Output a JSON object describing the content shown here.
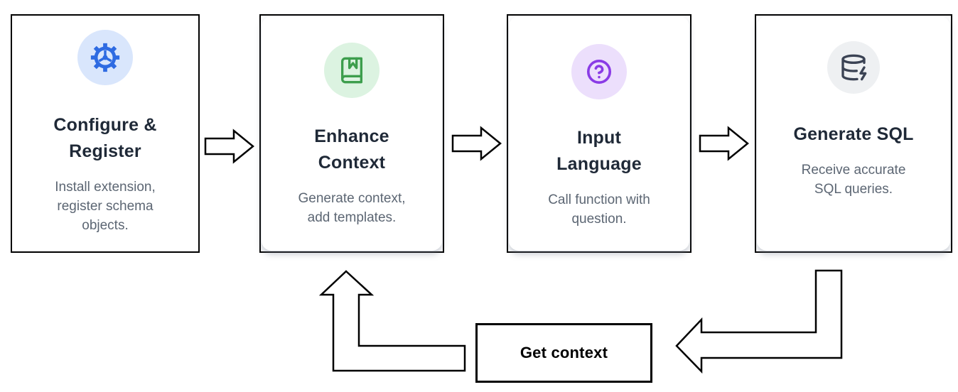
{
  "workflow": {
    "steps": [
      {
        "title": [
          "Configure &",
          "Register"
        ],
        "subtitle": [
          "Install extension,",
          "register schema",
          "objects."
        ],
        "icon": "gear-icon",
        "icon_color": "#2e6be2",
        "icon_bg": "#d9e6fc"
      },
      {
        "title": [
          "Enhance",
          "Context"
        ],
        "subtitle": [
          "Generate context,",
          "add templates."
        ],
        "icon": "book-icon",
        "icon_color": "#3d9e4d",
        "icon_bg": "#dcf3e1"
      },
      {
        "title": [
          "Input",
          "Language"
        ],
        "subtitle": [
          "Call function with",
          "question."
        ],
        "icon": "help-icon",
        "icon_color": "#8a3be6",
        "icon_bg": "#ecdffc"
      },
      {
        "title": [
          "Generate SQL"
        ],
        "subtitle": [
          "Receive accurate",
          "SQL queries."
        ],
        "icon": "database-zap-icon",
        "icon_color": "#3b4354",
        "icon_bg": "#eef0f2"
      }
    ],
    "loop_label": "Get context",
    "colors": {
      "title_text": "#1f2937",
      "subtitle_text": "#5c6673",
      "card_border": "#000000",
      "arrow_outline": "#000000",
      "card_background": "#ffffff",
      "page_background": "#ffffff"
    }
  }
}
